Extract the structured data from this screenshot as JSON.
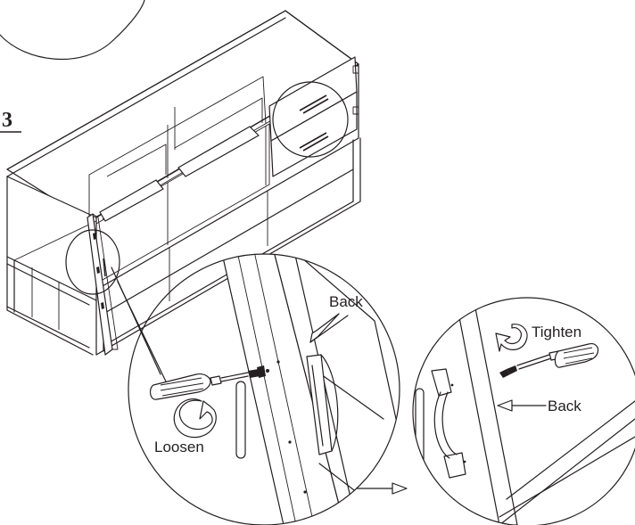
{
  "step": {
    "number": "3"
  },
  "labels": {
    "back_left": "Back",
    "loosen": "Loosen",
    "tighten": "Tighten",
    "back_right": "Back"
  },
  "colors": {
    "line": "#231f20",
    "background": "#ffffff"
  },
  "icons": [
    "screwdriver-icon",
    "rotate-counterclockwise-icon",
    "rotate-clockwise-icon",
    "arrow-right-icon"
  ]
}
